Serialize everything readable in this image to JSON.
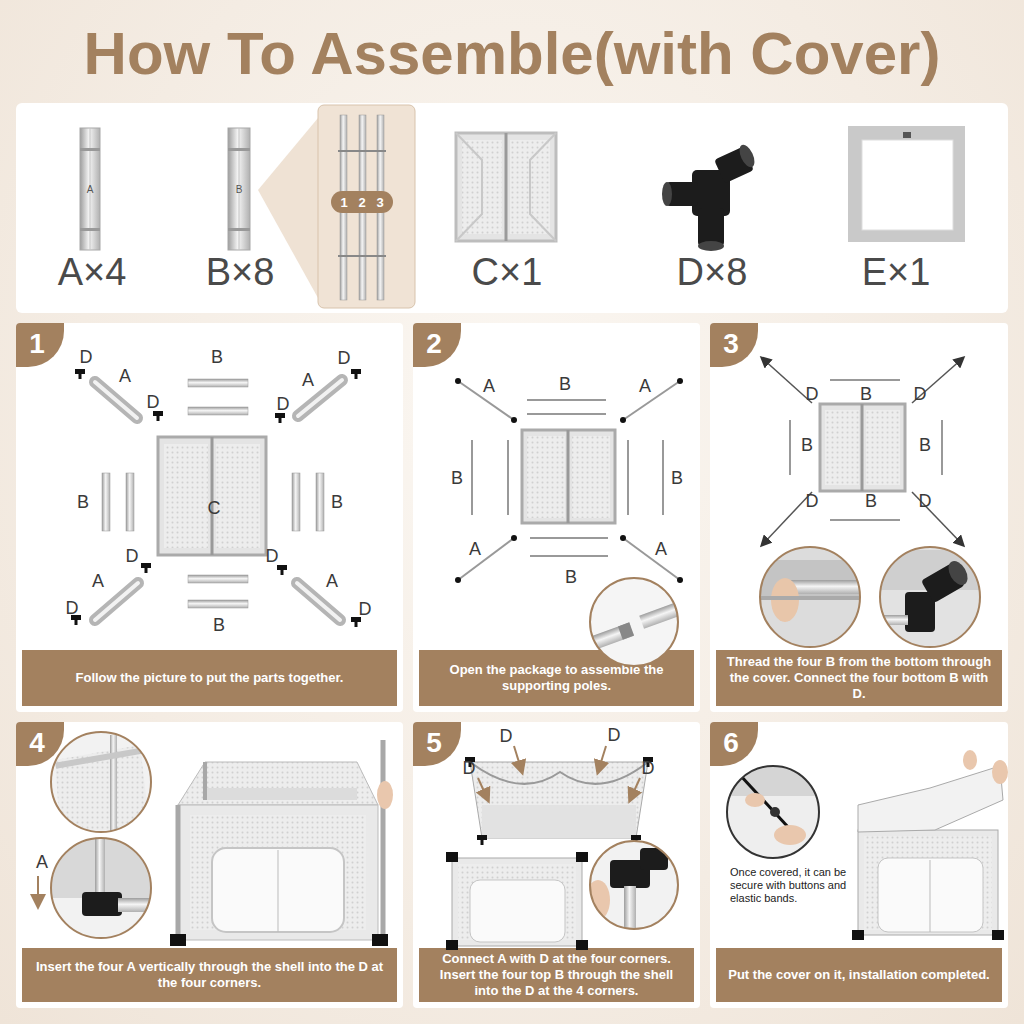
{
  "diagram": {
    "title": "How To Assemble(with Cover)",
    "nodes": [
      {
        "text": [
          "1",
          "Follow the picture to put the parts together."
        ]
      },
      {
        "text": [
          "2",
          "Open the package to assemble the supporting poles."
        ]
      },
      {
        "text": [
          "3",
          "Thread the four B from the bottom through the cover. Connect the four bottom B with D."
        ]
      },
      {
        "text": [
          "4",
          "Insert the four A vertically through the shell into the D at the four corners."
        ]
      },
      {
        "text": [
          "5",
          "Connect A with D at the four corners. Insert the four top B through the shell into the D at the 4 corners."
        ]
      },
      {
        "text": [
          "6",
          "Put the cover on it, installation completed."
        ]
      }
    ],
    "labels": [
      "A",
      "B",
      "1",
      "2",
      "3",
      "A×4",
      "B×8",
      "C×1",
      "D×8",
      "E×1",
      "D",
      "B",
      "D",
      "A",
      "A",
      "D",
      "D",
      "B",
      "C",
      "B",
      "D",
      "D",
      "A",
      "A",
      "D",
      "D",
      "B",
      "A",
      "B",
      "A",
      "B",
      "B",
      "A",
      "A",
      "B",
      "D",
      "B",
      "D",
      "B",
      "B",
      "D",
      "B",
      "D",
      "A",
      "D",
      "D",
      "D",
      "D",
      "Once covered, it can be secure with buttons and elastic bands."
    ]
  }
}
